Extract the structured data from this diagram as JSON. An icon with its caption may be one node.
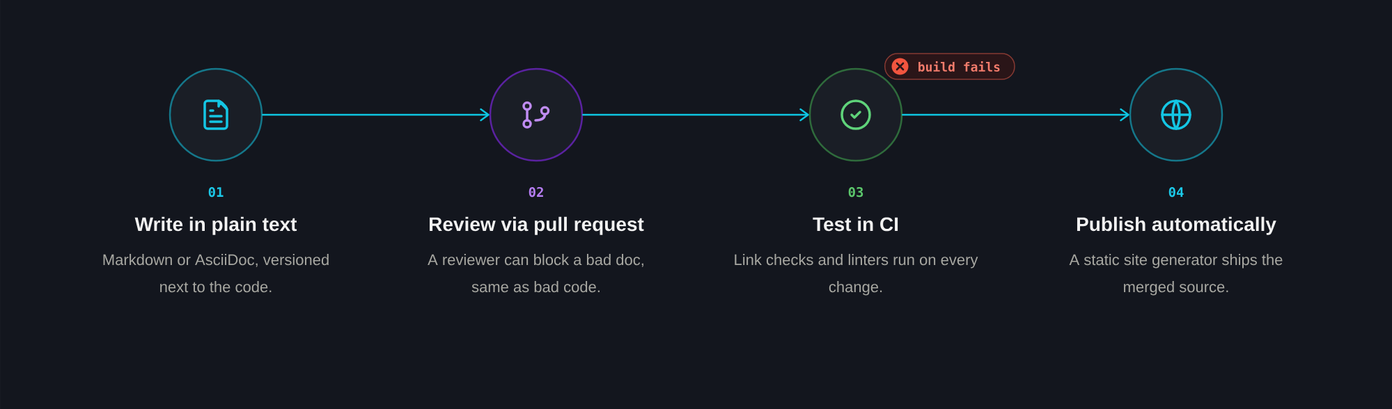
{
  "diagram": {
    "nodes": [
      {
        "text": [
          "01",
          "Write in plain text",
          "Markdown or AsciiDoc, versioned next to the code."
        ]
      },
      {
        "text": [
          "02",
          "Review via pull request",
          "A reviewer can block a bad doc, same as bad code."
        ]
      },
      {
        "text": [
          "03",
          "Test in CI",
          "Link checks and linters run on every change."
        ]
      },
      {
        "text": [
          "04",
          "Publish automatically",
          "A static site generator ships the merged source."
        ]
      },
      {
        "text": [
          "build fails"
        ]
      }
    ],
    "edges": [
      {
        "from": 0,
        "to": 1,
        "arrow": "to"
      },
      {
        "from": 1,
        "to": 2,
        "arrow": "to"
      },
      {
        "from": 2,
        "to": 3,
        "arrow": "to"
      }
    ]
  }
}
